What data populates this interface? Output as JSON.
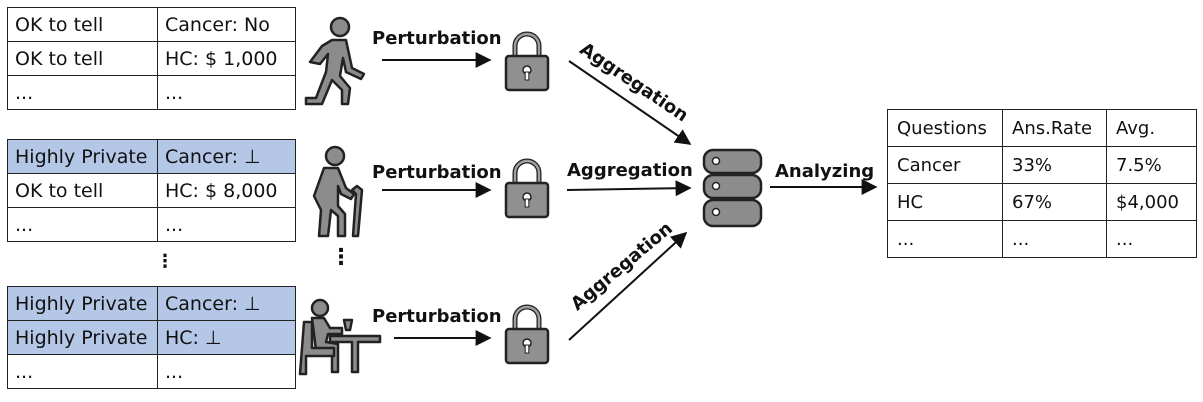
{
  "user_tables": [
    {
      "rows": [
        {
          "privacy": "OK to tell",
          "answer": "Cancer: No",
          "privacy_hl": false,
          "answer_hl": false
        },
        {
          "privacy": "OK to tell",
          "answer": "HC: $ 1,000",
          "privacy_hl": false,
          "answer_hl": false
        },
        {
          "privacy": "...",
          "answer": "...",
          "privacy_hl": false,
          "answer_hl": false
        }
      ]
    },
    {
      "rows": [
        {
          "privacy": "Highly Private",
          "answer": "Cancer: ⊥",
          "privacy_hl": true,
          "answer_hl": true
        },
        {
          "privacy": "OK to tell",
          "answer": "HC: $ 8,000",
          "privacy_hl": false,
          "answer_hl": false
        },
        {
          "privacy": "...",
          "answer": "...",
          "privacy_hl": false,
          "answer_hl": false
        }
      ]
    },
    {
      "rows": [
        {
          "privacy": "Highly Private",
          "answer": "Cancer: ⊥",
          "privacy_hl": true,
          "answer_hl": true
        },
        {
          "privacy": "Highly Private",
          "answer": "HC: ⊥",
          "privacy_hl": true,
          "answer_hl": true
        },
        {
          "privacy": "...",
          "answer": "...",
          "privacy_hl": false,
          "answer_hl": false
        }
      ]
    }
  ],
  "table_gap_dots": "⋮",
  "user_gap_dots": "⋮",
  "labels": {
    "perturbation": [
      "Perturbation",
      "Perturbation",
      "Perturbation"
    ],
    "aggregation": [
      "Aggregation",
      "Aggregation",
      "Aggregation"
    ],
    "analyzing": "Analyzing"
  },
  "results_table": {
    "headers": [
      "Questions",
      "Ans.Rate",
      "Avg."
    ],
    "rows": [
      [
        "Cancer",
        "33%",
        "7.5%"
      ],
      [
        "HC",
        "67%",
        "$4,000"
      ],
      [
        "...",
        "...",
        "..."
      ]
    ]
  },
  "icons": {
    "users": [
      "walking-person-icon",
      "elderly-person-with-cane-icon",
      "seated-person-at-table-icon"
    ],
    "locks": [
      "padlock-icon",
      "padlock-icon",
      "padlock-icon"
    ],
    "server": "database-server-icon"
  },
  "colors": {
    "private_highlight": "#b4c7e7",
    "ink": "#222222"
  }
}
